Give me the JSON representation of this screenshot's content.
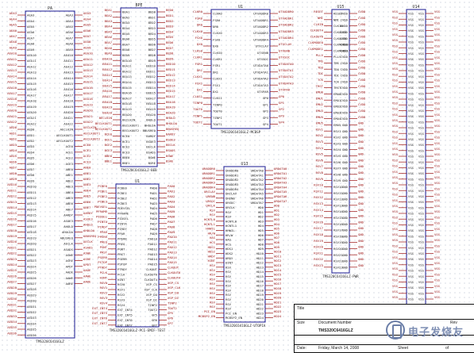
{
  "components": [
    {
      "ref": "PA",
      "part": "TMS320C6416GLZ",
      "left_pins": [
        "AEA3",
        "AEA4",
        "AEA5",
        "AEA6",
        "AEA7",
        "AEA8",
        "AEA9",
        "AEA10",
        "AEA11",
        "AEA12",
        "AEA13",
        "AEA14",
        "AEA15",
        "AEA16",
        "AEA17",
        "AEA18",
        "AEA19",
        "AEA20",
        "AEA21",
        "AEA22",
        "AED0",
        "AED1",
        "AED2",
        "AED3",
        "AED4",
        "AED5",
        "AED6",
        "AED7",
        "AED8",
        "AED9",
        "AED10",
        "AED11",
        "AED12",
        "AED13",
        "AED14",
        "AED15",
        "AED16",
        "AED17",
        "AED18",
        "AED19",
        "AED20",
        "AED21",
        "AED22",
        "AED23",
        "AED24",
        "AED25",
        "AED26",
        "AED27",
        "AED28",
        "AED29",
        "AED30",
        "AED31",
        "AED32",
        "AED33",
        "AED34",
        "AED35",
        "AED36"
      ],
      "right_pins": [
        "AEA3",
        "AEA4",
        "AEA5",
        "AEA6",
        "AEA7",
        "AEA8",
        "AEA9",
        "AEA10",
        "AEA11",
        "AEA12",
        "AEA13",
        "AEA14",
        "AEA15",
        "AEA16",
        "AEA17",
        "AEA18",
        "AEA19",
        "AEA20",
        "AEA21",
        "AEA22",
        "AECLKIN",
        "AECLKOUT1",
        "AECLKOUT2",
        "ACE0",
        "ACE1",
        "ACE2",
        "ACE3",
        "ABE0",
        "ABE1",
        "ABE2",
        "ABE3",
        "ABE4",
        "ABE5",
        "ABE6",
        "ABE7",
        "AARDY",
        "ASOE3",
        "AHOLD",
        "AHOLDA",
        "ABUSREQ",
        "AECLK",
        "ASADS",
        "ASWE",
        "ASRE",
        "APDT",
        "AAOE",
        "AAWE",
        "AARE"
      ]
    },
    {
      "ref": "BPE",
      "part": "TMS320C6416GLZ-BEB",
      "left_pins": [
        "BEA1",
        "BEA2",
        "BEA3",
        "BEA4",
        "BEA5",
        "BEA6",
        "BEA7",
        "BEA8",
        "BEA9",
        "BEA10",
        "BEA11",
        "BEA12",
        "BEA13",
        "BEA14",
        "BEA15",
        "BEA16",
        "BEA17",
        "BEA18",
        "BEA19",
        "BEA20",
        "BECLKIN",
        "BECLKOUT1",
        "BECLKOUT2",
        "BCE0",
        "BCE1",
        "BCE2",
        "BCE3",
        "BBE0",
        "BBE1"
      ],
      "right_pins": [
        "BED0",
        "BED1",
        "BED2",
        "BED3",
        "BED4",
        "BED5",
        "BED6",
        "BED7",
        "BED8",
        "BED9",
        "BED10",
        "BED11",
        "BED12",
        "BED13",
        "BED14",
        "BED15",
        "BEA17",
        "BEA18",
        "BEA19",
        "BEA20",
        "BHOLD",
        "BHOLDA",
        "BBUSREQ",
        "BARDY",
        "BSOE3",
        "BECLK",
        "BSADS",
        "BSWE",
        "BSRE"
      ]
    },
    {
      "ref": "U1",
      "part": "TMS320C6416GLZ-MCBSP",
      "left_pins": [
        "CLKR0",
        "FSR0",
        "DR0",
        "CLKX0",
        "FSX0",
        "DX0",
        "CLKS0",
        "CLKR1",
        "FSR1",
        "DR1",
        "CLKX1",
        "FSX1",
        "DX1",
        "CLKS1",
        "TINP0",
        "TOUT0",
        "TINP1",
        "TOUT1"
      ],
      "right_pins": [
        "UTXADDR0",
        "UTXADDR1",
        "UTXADDR2",
        "UTXADDR3",
        "UTXADDR4",
        "UTXCLAV",
        "UTXENB",
        "UTXSOC",
        "UTXDATA0",
        "UTXDATA1",
        "UTXDATA2",
        "UTXDATA3",
        "UTXPAR",
        "GP0",
        "GP1",
        "GP2",
        "GP3",
        "GP4"
      ]
    },
    {
      "ref": "U15",
      "part": "TMS320C6416GLZ-PWR",
      "left_pins": [
        "RESET",
        "NMI",
        "CLKIN",
        "CLKOUT4",
        "CLKOUT6",
        "CLKMODE0",
        "CLKMODE1",
        "PLLV",
        "TMS",
        "TDO",
        "TDI",
        "TCK",
        "TRST",
        "EMU0",
        "EMU1",
        "EMU2",
        "EMU3",
        "EMU4",
        "EMU5",
        "RSV1",
        "RSV2",
        "RSV3",
        "RSV4",
        "RSV5",
        "RSV6",
        "RSV7",
        "RSV8",
        "RSV9",
        "RSV10",
        "RSV11",
        "RSV12",
        "RSV13",
        "RSV14",
        "RSV15",
        "RSV16",
        "RSV17",
        "RSV18",
        "RSV19",
        "RSV20",
        "RSV21",
        "RSV22",
        "RSV23"
      ],
      "right_pins": [
        "CVDD",
        "CVDD",
        "CVDD",
        "CVDD",
        "CVDD",
        "CVDD",
        "CVDD",
        "CVDD",
        "CVDD",
        "CVDD",
        "CVDD",
        "CVDD",
        "CVDD",
        "CVDD",
        "CVDD",
        "CVDD",
        "CVDD",
        "CVDD",
        "GND",
        "GND",
        "GND",
        "GND",
        "GND",
        "GND",
        "GND",
        "GND",
        "GND",
        "GND",
        "GND",
        "GND",
        "GND",
        "GND",
        "GND",
        "GND",
        "GND",
        "GND",
        "GND",
        "GND",
        "GND",
        "GND",
        "GND",
        "GND"
      ]
    },
    {
      "ref": "U14",
      "part": "TMS320C6416GLZ-GND",
      "left_pins": [
        "VSS",
        "VSS",
        "VSS",
        "VSS",
        "VSS",
        "VSS",
        "VSS",
        "VSS",
        "VSS",
        "VSS",
        "VSS",
        "VSS",
        "VSS",
        "VSS",
        "VSS",
        "VSS",
        "VSS",
        "VSS",
        "VSS",
        "VSS",
        "VSS",
        "VSS",
        "VSS",
        "VSS",
        "VSS",
        "VSS",
        "VSS",
        "VSS",
        "VSS",
        "VSS",
        "VSS",
        "VSS",
        "VSS",
        "VSS",
        "VSS",
        "VSS",
        "VSS",
        "VSS",
        "VSS",
        "VSS",
        "VSS",
        "VSS",
        "VSS",
        "VSS",
        "VSS",
        "VSS",
        "VSS",
        "VSS",
        "VSS",
        "VSS",
        "VSS"
      ],
      "right_pins": [
        "VSS",
        "VSS",
        "VSS",
        "VSS",
        "VSS",
        "VSS",
        "VSS",
        "VSS",
        "VSS",
        "VSS",
        "VSS",
        "VSS",
        "VSS",
        "VSS",
        "VSS",
        "VSS",
        "VSS",
        "VSS",
        "VSS",
        "VSS",
        "VSS",
        "VSS",
        "VSS",
        "VSS",
        "VSS",
        "VSS",
        "VSS",
        "VSS",
        "VSS",
        "VSS",
        "VSS",
        "VSS",
        "VSS",
        "VSS",
        "VSS",
        "VSS",
        "VSS",
        "VSS",
        "VSS",
        "VSS",
        "VSS",
        "VSS",
        "VSS",
        "VSS",
        "VSS",
        "VSS",
        "VSS",
        "VSS",
        "VSS",
        "VSS",
        "VSS"
      ]
    },
    {
      "ref": "U1",
      "part": "TMS320C6416GLZ-PCI-EMIF-TEST",
      "left_pins": [
        "PCBE0",
        "PCBE1",
        "PCBE2",
        "PCBE3",
        "PDEVSEL",
        "PFRAME",
        "PIDSEL",
        "PINTA",
        "PIRDY",
        "PPAR",
        "PPERR",
        "PREQ",
        "PGNT",
        "PRST",
        "PSERR",
        "PSTOP",
        "PTRDY",
        "PCLK",
        "HINT",
        "RSV0",
        "RSV1",
        "RSV2",
        "RSV3",
        "RSV4",
        "EXT_INT4",
        "EXT_INT5",
        "EXT_INT6",
        "EXT_INT7"
      ],
      "right_pins": [
        "PAD0",
        "PAD1",
        "PAD2",
        "PAD3",
        "PAD4",
        "PAD5",
        "PAD6",
        "PAD7",
        "PAD8",
        "PAD9",
        "PAD10",
        "PAD11",
        "PAD12",
        "PAD13",
        "PAD14",
        "PAD15",
        "CLKOUT",
        "CLKOUT6",
        "CLKOUT4",
        "XSP_CS",
        "XSP_CLK",
        "XSP_DO",
        "XSP_DI",
        "TINP2",
        "TOUT2",
        "GP5",
        "GP6",
        "GP7"
      ]
    },
    {
      "ref": "U13",
      "part": "TMS320C6416GLZ-UTOPIA",
      "left_pins": [
        "URADDR0",
        "URADDR1",
        "URADDR2",
        "URADDR3",
        "URADDR4",
        "URCLAV",
        "URENB",
        "URSOC",
        "URCLK",
        "RSV",
        "RSV",
        "HCNTL0",
        "HCNTL1",
        "HHWIL",
        "HR/W",
        "HAS",
        "HCS",
        "HDS1",
        "HDS2",
        "HRDY",
        "HINT",
        "RSV",
        "RSV",
        "RSV",
        "RSV",
        "RSV",
        "RSV",
        "RSV",
        "RSV",
        "RSV",
        "RSV",
        "PCI_EN",
        "MCBSP2_EN"
      ],
      "right_pins": [
        "URDATA0",
        "URDATA1",
        "URDATA2",
        "URDATA3",
        "URDATA4",
        "URDATA5",
        "URDATA6",
        "URDATA7",
        "HD0",
        "HD1",
        "HD2",
        "HD3",
        "HD4",
        "HD5",
        "HD6",
        "HD7",
        "HD8",
        "HD9",
        "HD10",
        "HD11",
        "HD12",
        "HD13",
        "HD14",
        "HD15",
        "HD16",
        "HD17",
        "HD18",
        "HD19",
        "HD20",
        "HD21",
        "HD22",
        "HD23",
        "HD24"
      ]
    }
  ],
  "title_block": {
    "title_label": "Title",
    "size_label": "Size",
    "document_number_label": "Document Number",
    "document_number": "TMS320C6416GLZ",
    "rev_label": "Rev",
    "date_label": "Date:",
    "date": "Friday, March 14, 2008",
    "sheet_label": "Sheet",
    "of_label": "of"
  },
  "watermark": "电子发烧友",
  "colors": {
    "pin_label_red": "#9a1010",
    "pin_label_dark": "#2a2a2a",
    "part_outline": "#2d2d9c",
    "wire": "#9a1010"
  }
}
